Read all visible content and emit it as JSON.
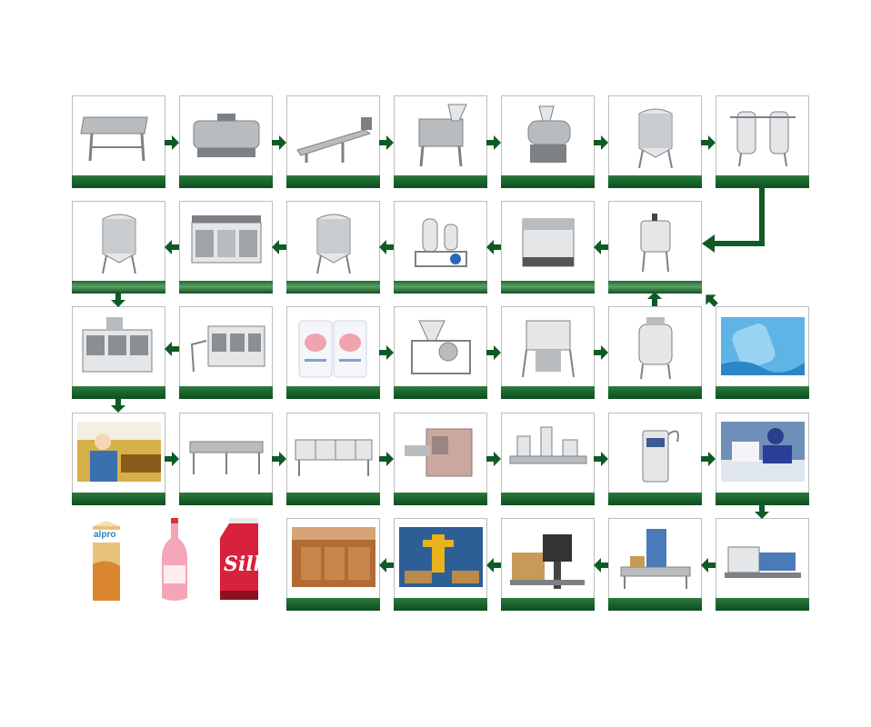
{
  "diagram": {
    "type": "production-line-flowchart",
    "accent_color": "#0f5a25",
    "rows": [
      {
        "direction": "right",
        "nodes": [
          {
            "equipment": "conveyor-icon"
          },
          {
            "equipment": "washer-drum-icon"
          },
          {
            "equipment": "elevator-conveyor-icon"
          },
          {
            "equipment": "crusher-icon"
          },
          {
            "equipment": "pulper-icon"
          },
          {
            "equipment": "storage-tank-icon"
          },
          {
            "equipment": "twin-filter-icon"
          }
        ]
      },
      {
        "direction": "left",
        "nodes": [
          {
            "equipment": "storage-tank-icon"
          },
          {
            "equipment": "sterilizer-icon"
          },
          {
            "equipment": "storage-tank-icon"
          },
          {
            "equipment": "degasser-icon"
          },
          {
            "equipment": "homogenizer-icon"
          },
          {
            "equipment": "mixing-tank-icon"
          }
        ]
      },
      {
        "direction": "mixed",
        "nodes": [
          {
            "equipment": "filling-machine-icon"
          },
          {
            "equipment": "bottle-filler-icon"
          },
          {
            "equipment": "sugar-bags-icon"
          },
          {
            "equipment": "powder-mixer-icon"
          },
          {
            "equipment": "dissolving-tank-icon"
          },
          {
            "equipment": "jacketed-tank-icon"
          },
          {
            "equipment": "water-photo-icon"
          }
        ]
      },
      {
        "direction": "right",
        "nodes": [
          {
            "equipment": "inspection-photo-icon"
          },
          {
            "equipment": "cooling-conveyor-icon"
          },
          {
            "equipment": "spray-tunnel-icon"
          },
          {
            "equipment": "dryer-icon"
          },
          {
            "equipment": "capping-line-icon"
          },
          {
            "equipment": "inkjet-coder-icon"
          },
          {
            "equipment": "packing-photo-icon"
          }
        ]
      },
      {
        "direction": "left",
        "nodes": [
          {
            "equipment": "warehouse-photo-icon"
          },
          {
            "equipment": "palletizer-robot-icon"
          },
          {
            "equipment": "carton-sealer-icon"
          },
          {
            "equipment": "case-packer-icon"
          },
          {
            "equipment": "shrink-wrapper-icon"
          }
        ]
      }
    ],
    "products": [
      {
        "name": "alpro",
        "kind": "carton",
        "color": "#e9c27a",
        "logo_color": "#2d7fbf"
      },
      {
        "name": "pink-bottle",
        "kind": "bottle",
        "color": "#f2a6b8"
      },
      {
        "name": "Silk",
        "kind": "gable-carton",
        "color": "#d8213c",
        "logo_color": "#ffffff"
      }
    ]
  }
}
